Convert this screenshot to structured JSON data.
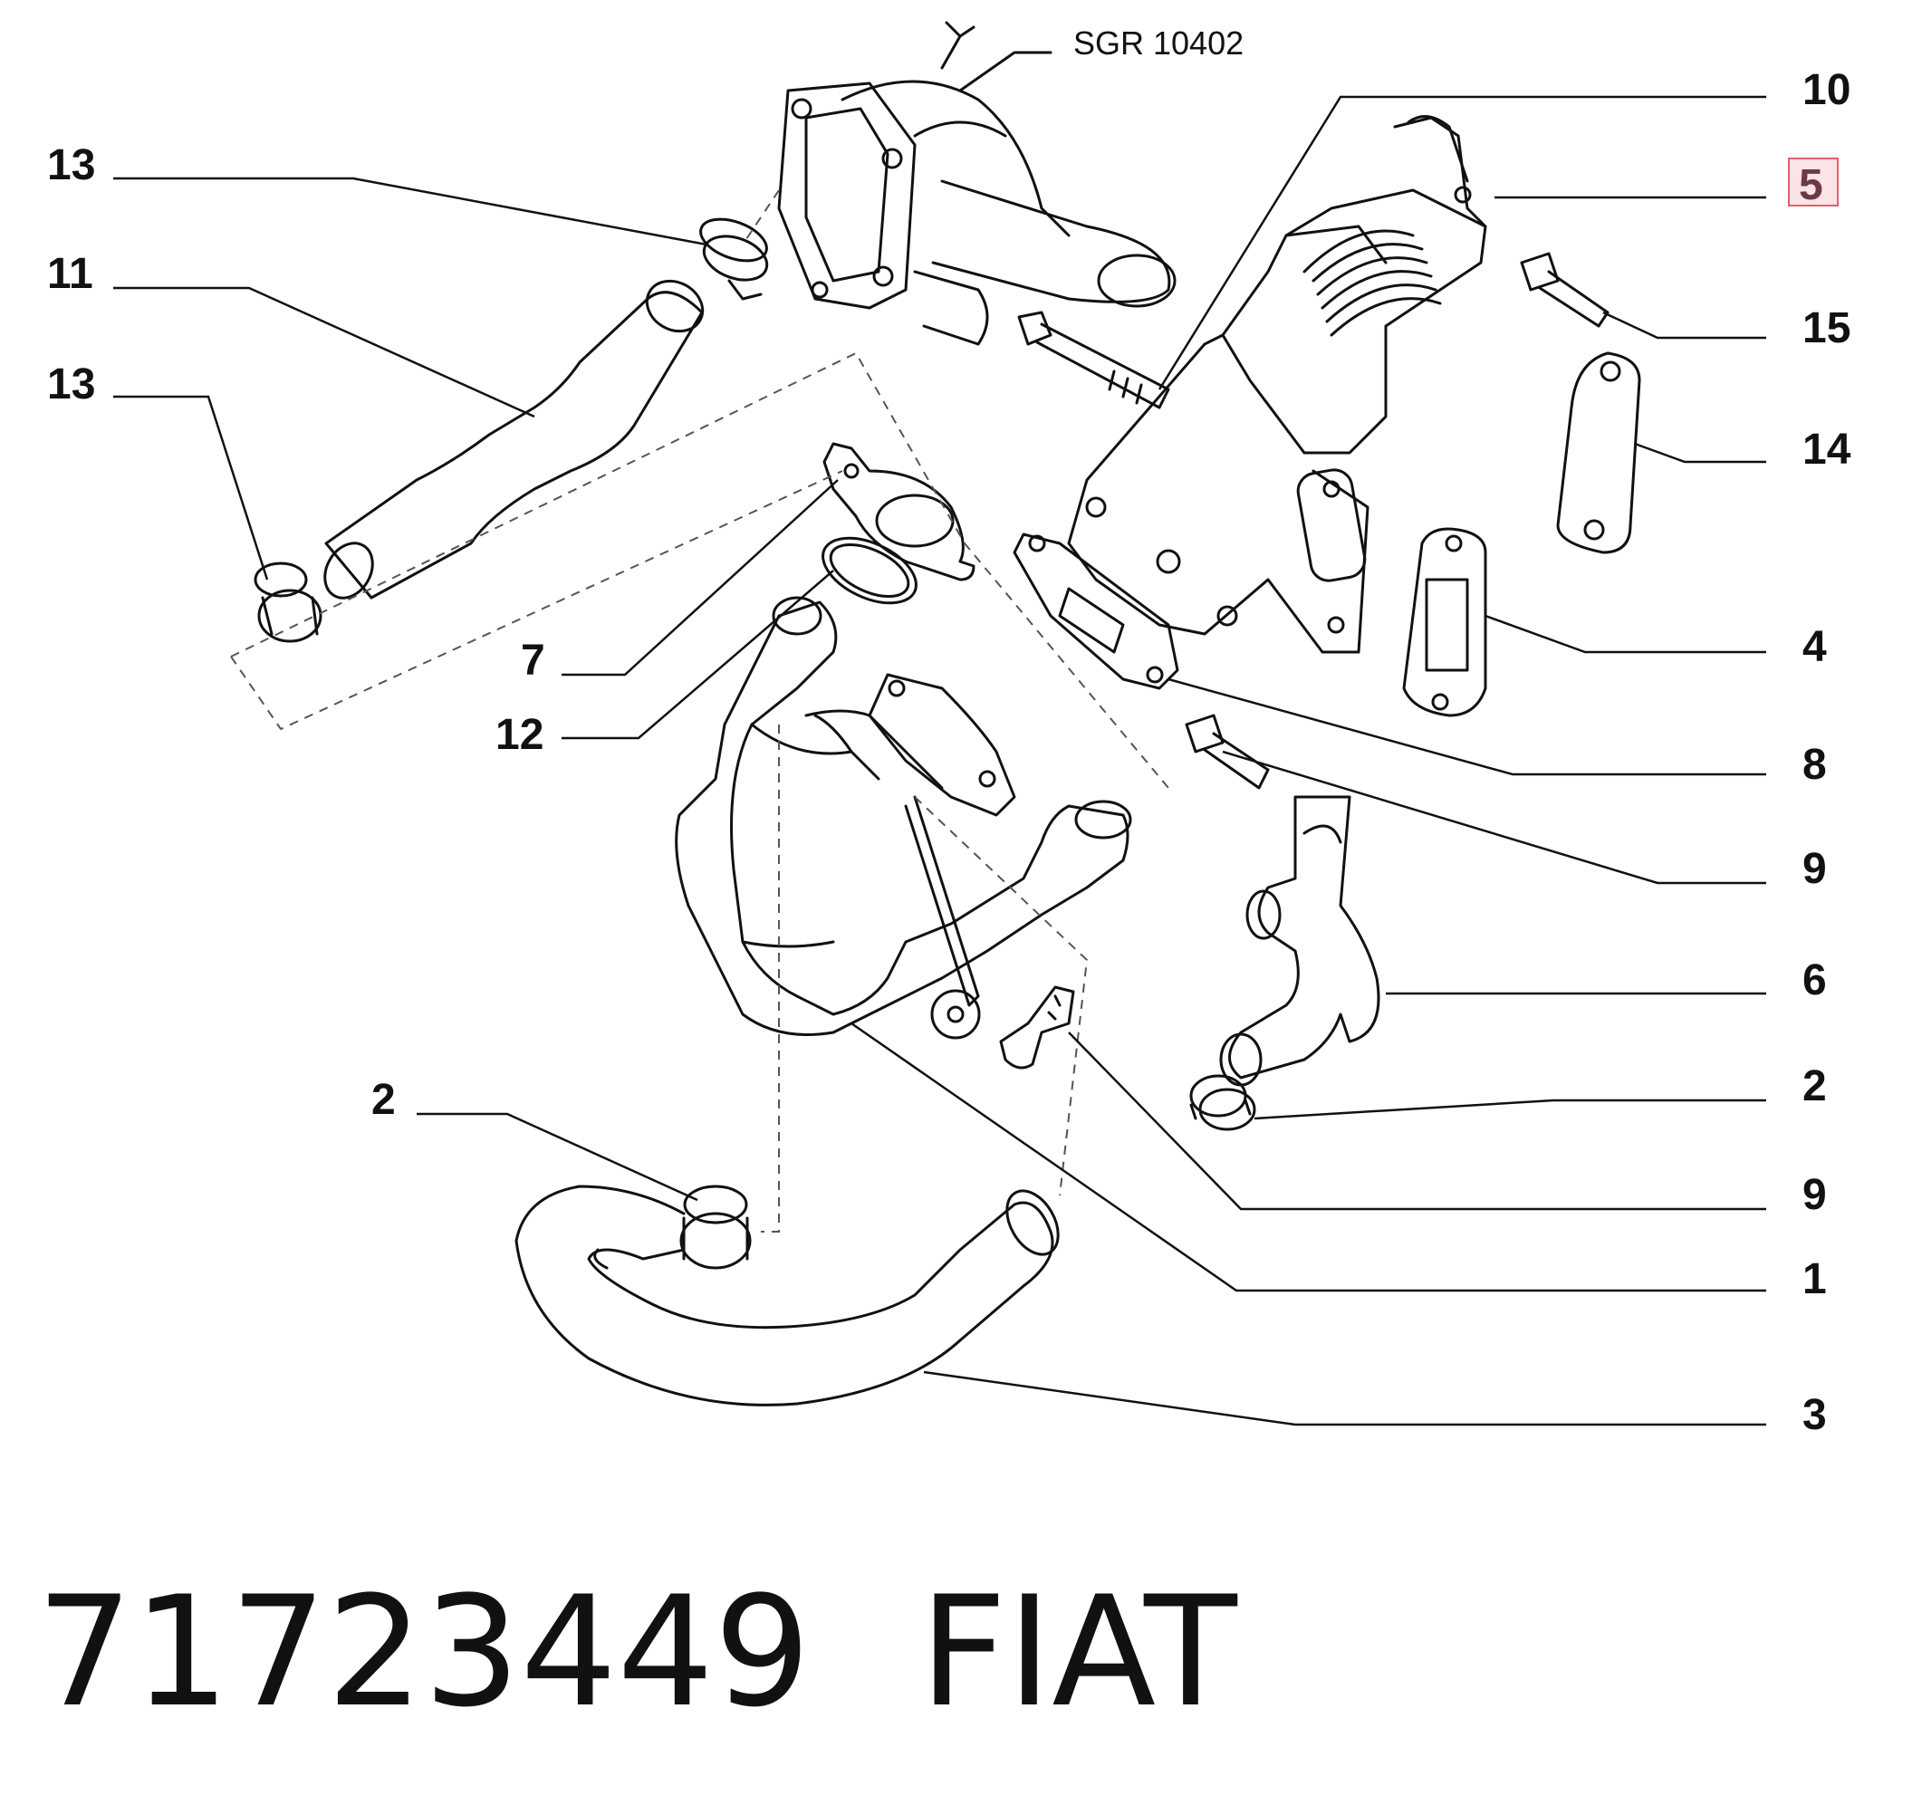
{
  "reference_label": "SGR 10402",
  "callouts": {
    "c13_top": "13",
    "c11": "11",
    "c13_mid": "13",
    "c7": "7",
    "c12": "12",
    "c2_left": "2",
    "c10": "10",
    "c5": "5",
    "c15": "15",
    "c14": "14",
    "c4": "4",
    "c8": "8",
    "c9_top": "9",
    "c6": "6",
    "c2_right": "2",
    "c9_bottom": "9",
    "c1": "1",
    "c3": "3"
  },
  "highlighted_callout_color": "#e06070",
  "footer": {
    "part_number": "71723449",
    "brand": "FIAT"
  }
}
